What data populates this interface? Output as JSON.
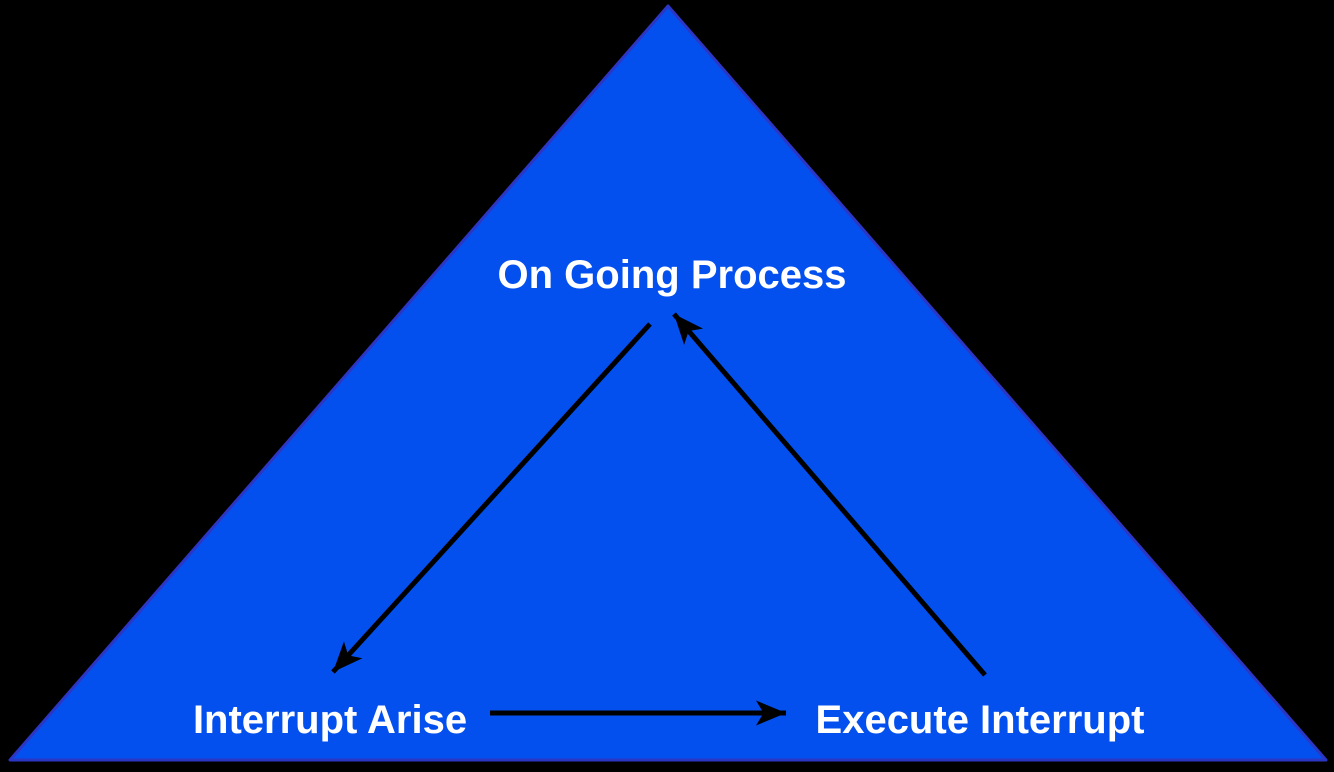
{
  "diagram": {
    "kind": "interrupt-handling-cycle",
    "shape": "triangle",
    "nodes": {
      "top": {
        "label": "On Going Process"
      },
      "bottom_left": {
        "label": "Interrupt Arise"
      },
      "bottom_right": {
        "label": "Execute Interrupt"
      }
    },
    "edges": [
      {
        "from": "On Going Process",
        "to": "Interrupt Arise",
        "direction": "down-left"
      },
      {
        "from": "Interrupt Arise",
        "to": "Execute Interrupt",
        "direction": "right"
      },
      {
        "from": "Execute Interrupt",
        "to": "On Going Process",
        "direction": "up-left"
      }
    ]
  },
  "colors": {
    "background": "#000000",
    "triangle_fill": "#0450EE",
    "triangle_border": "#2C36C4",
    "arrow": "#000000",
    "label": "#FFFFFF"
  }
}
